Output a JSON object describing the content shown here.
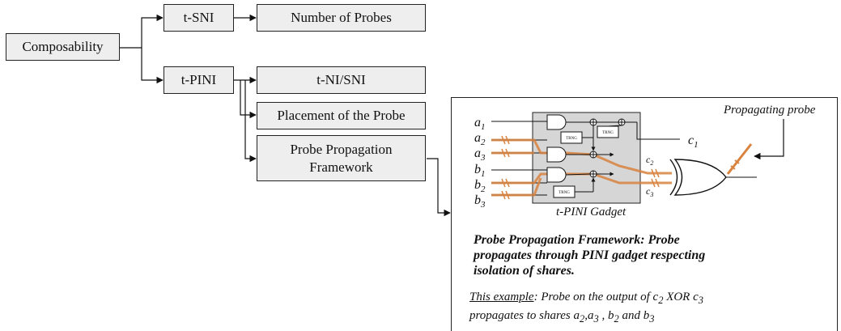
{
  "tree": {
    "root": "Composability",
    "tsni": "t-SNI",
    "tsni_child": "Number of Probes",
    "tpini": "t-PINI",
    "tpini_children": [
      "t-NI/SNI",
      "Placement of the Probe"
    ],
    "propagation": [
      "Probe",
      "Propagation",
      "Framework"
    ]
  },
  "example": {
    "propagating_probe_label": "Propagating probe",
    "gadget_caption": "t-PINI Gadget",
    "trng_label": "TRNG",
    "inputs": [
      {
        "base": "a",
        "sub": "1"
      },
      {
        "base": "a",
        "sub": "2"
      },
      {
        "base": "a",
        "sub": "3"
      },
      {
        "base": "b",
        "sub": "1"
      },
      {
        "base": "b",
        "sub": "2"
      },
      {
        "base": "b",
        "sub": "3"
      }
    ],
    "outputs": [
      {
        "base": "c",
        "sub": "1"
      },
      {
        "base": "c",
        "sub": "2"
      },
      {
        "base": "c",
        "sub": "3"
      }
    ],
    "description_bold": "Probe Propagation Framework: Probe propagates through PINI gadget respecting isolation of shares.",
    "this_example_label": "This example",
    "example_line1_pre": ": Probe on the output of ",
    "example_line1_mid": " XOR ",
    "example_line2_pre": "propagates to shares ",
    "example_line2_c1": ",",
    "example_line2_c2": " , ",
    "example_line2_and": " and ",
    "ex_c2": {
      "base": "c",
      "sub": "2"
    },
    "ex_c3": {
      "base": "c",
      "sub": "3"
    },
    "ex_a2": {
      "base": "a",
      "sub": "2"
    },
    "ex_a3": {
      "base": "a",
      "sub": "3"
    },
    "ex_b2": {
      "base": "b",
      "sub": "2"
    },
    "ex_b3": {
      "base": "b",
      "sub": "3"
    }
  },
  "colors": {
    "probe_path": "#d9833f",
    "box_fill": "#eeeeee",
    "gadget_fill": "#d6d6d6"
  }
}
